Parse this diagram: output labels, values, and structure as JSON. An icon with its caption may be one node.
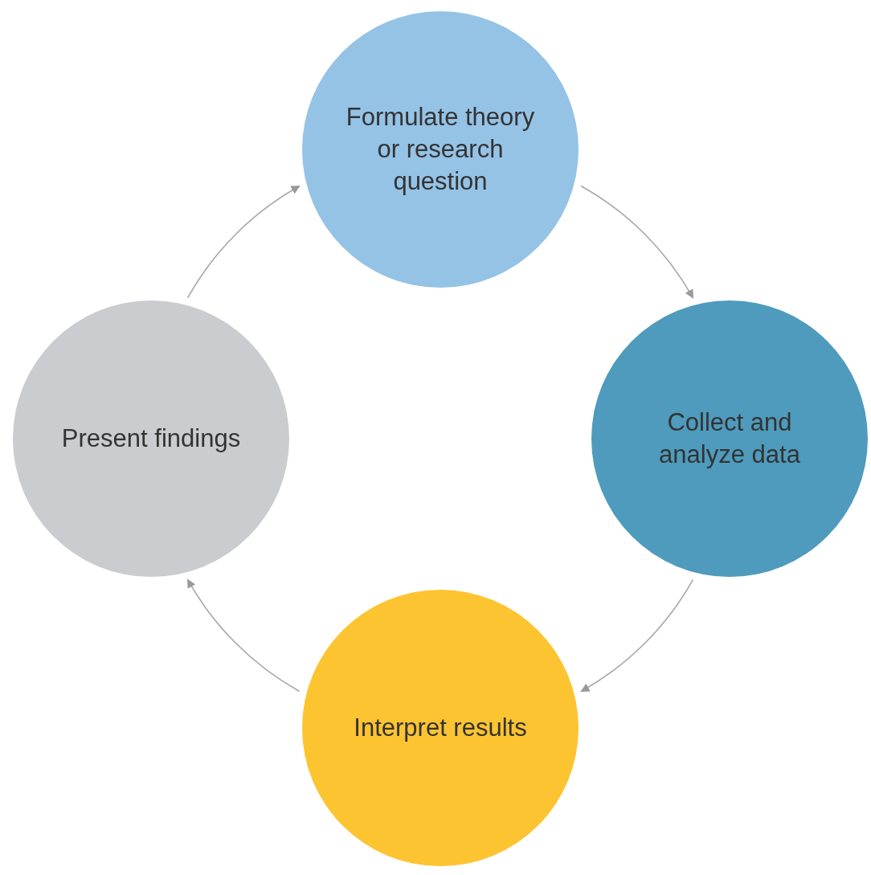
{
  "diagram": {
    "nodes": [
      {
        "text": [
          "Formulate theory or research question"
        ]
      },
      {
        "text": [
          "Collect and analyze data"
        ]
      },
      {
        "text": [
          "Interpret results"
        ]
      },
      {
        "text": [
          "Present findings"
        ]
      }
    ],
    "edges": [
      {
        "from": 0,
        "to": 1,
        "arrow": "to"
      },
      {
        "from": 1,
        "to": 2,
        "arrow": "to"
      },
      {
        "from": 2,
        "to": 3,
        "arrow": "to"
      },
      {
        "from": 3,
        "to": 0,
        "arrow": "to"
      }
    ]
  }
}
